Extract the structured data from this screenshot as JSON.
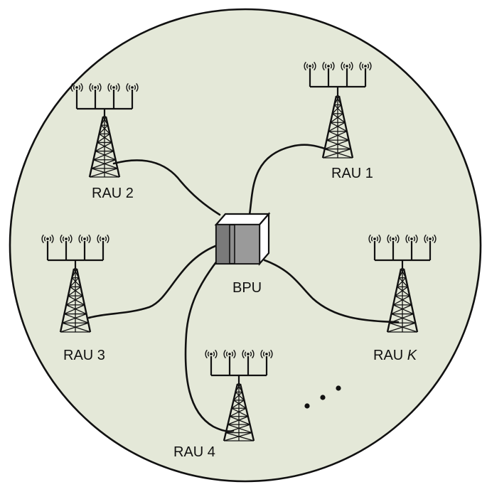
{
  "diagram": {
    "background_color": "#e4e8d8",
    "bpu": {
      "label": "BPU",
      "front_dark": "#7a7a7a",
      "front_mid": "#9a9a9a",
      "side_color": "#d9d9d9"
    },
    "raus": [
      {
        "id": "rau-1",
        "label": "RAU 1",
        "suffix": "",
        "icon": "antenna-tower-icon"
      },
      {
        "id": "rau-2",
        "label": "RAU 2",
        "suffix": "",
        "icon": "antenna-tower-icon"
      },
      {
        "id": "rau-3",
        "label": "RAU 3",
        "suffix": "",
        "icon": "antenna-tower-icon"
      },
      {
        "id": "rau-4",
        "label": "RAU 4",
        "suffix": "",
        "icon": "antenna-tower-icon"
      },
      {
        "id": "rau-k",
        "label": "RAU ",
        "suffix": "K",
        "icon": "antenna-tower-icon"
      }
    ],
    "ellipsis": "..."
  }
}
